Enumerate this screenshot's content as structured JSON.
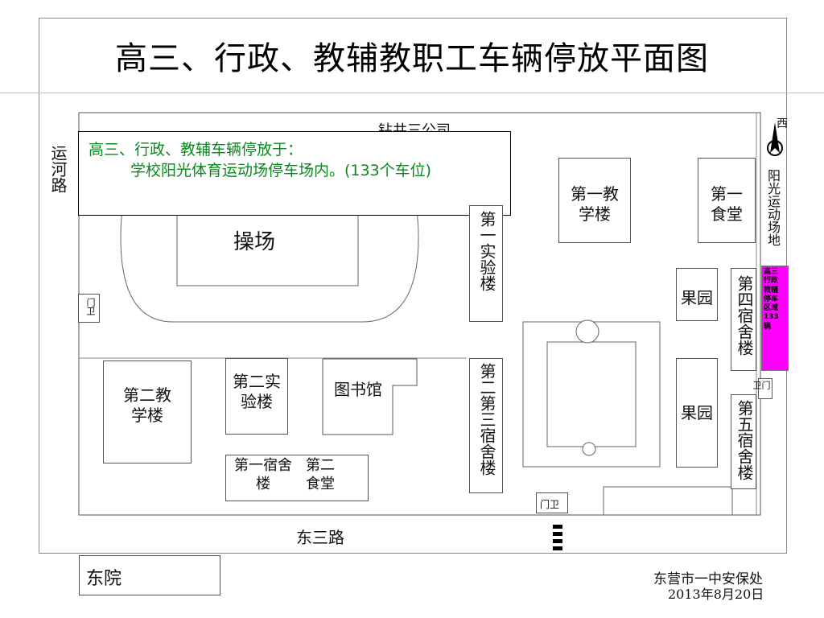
{
  "title": "高三、行政、教辅教职工车辆停放平面图",
  "callout": {
    "line1": "高三、行政、教辅车辆停放于：",
    "line2": "学校阳光体育运动场停车场内。(133个车位)"
  },
  "roads": {
    "north": "钻井三公司",
    "west": "运河路",
    "south": "东三路",
    "east_field": "阳光运动场地"
  },
  "compass": {
    "label": "西"
  },
  "buildings": {
    "playground": "操场",
    "lab1": "第一实验楼",
    "teaching1": "第一教学楼",
    "canteen1": "第一食堂",
    "orchard1": "果园",
    "orchard2": "果园",
    "dorm4": "第四宿舍楼",
    "dorm5": "第五宿舍楼",
    "teaching2": "第二教学楼",
    "lab2": "第二实验楼",
    "library": "图书馆",
    "dorm23": "第二第三宿舍楼",
    "dorm1": "第一宿舍楼",
    "canteen2": "第二食堂"
  },
  "gates": {
    "west": "门卫",
    "east": "门卫",
    "south": "门卫"
  },
  "parking_zone": {
    "lines": [
      "高三",
      "行政",
      "教辅",
      "停车",
      "区域",
      "133",
      "辆"
    ],
    "color": "#ff00ff"
  },
  "east_yard": "东院",
  "footer": {
    "org": "东营市一中安保处",
    "date": "2013年8月20日"
  }
}
